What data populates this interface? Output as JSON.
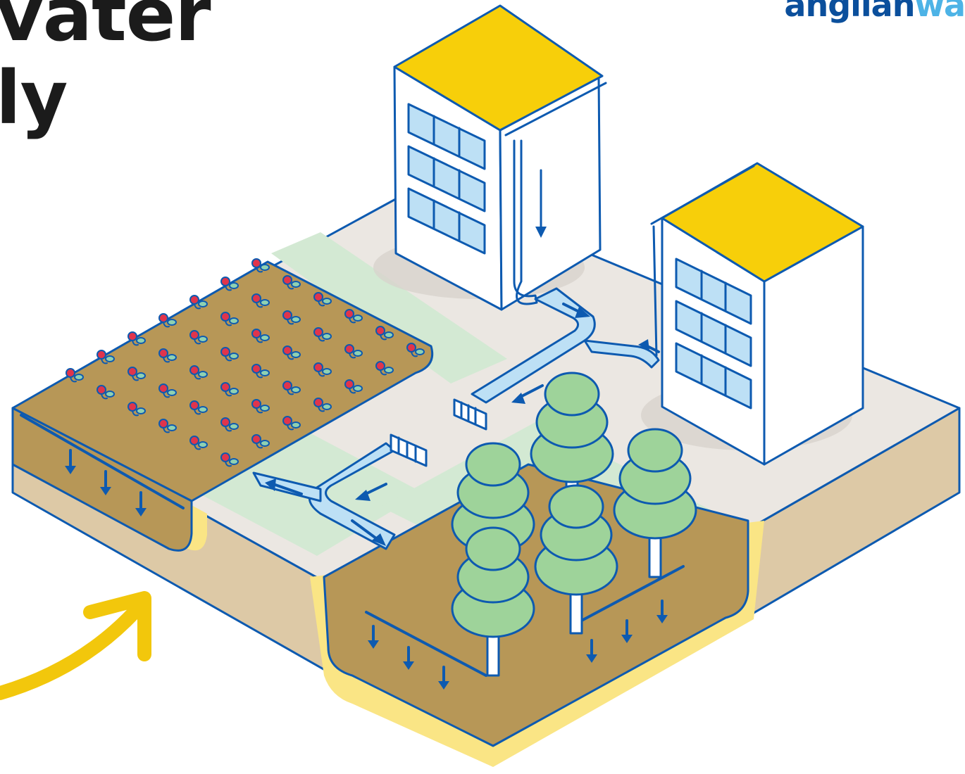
{
  "headline": {
    "line1": "vater",
    "line2": "ly"
  },
  "logo": {
    "part1": "anglian",
    "part2": "wa"
  },
  "colors": {
    "outline": "#0d5ab0",
    "roof": "#f7cf0a",
    "building_wall": "#ffffff",
    "window": "#bde0f5",
    "paving": "#ebe7e2",
    "grass": "#d3e9d3",
    "soil_top": "#b79757",
    "soil_side": "#ddc9a6",
    "filter_layer": "#fae585",
    "water": "#bde0f5",
    "tree": "#9ed39a",
    "plant_flower": "#e0344c",
    "plant_leaf": "#8fd1b2",
    "arrow_yellow": "#f2c70c"
  }
}
